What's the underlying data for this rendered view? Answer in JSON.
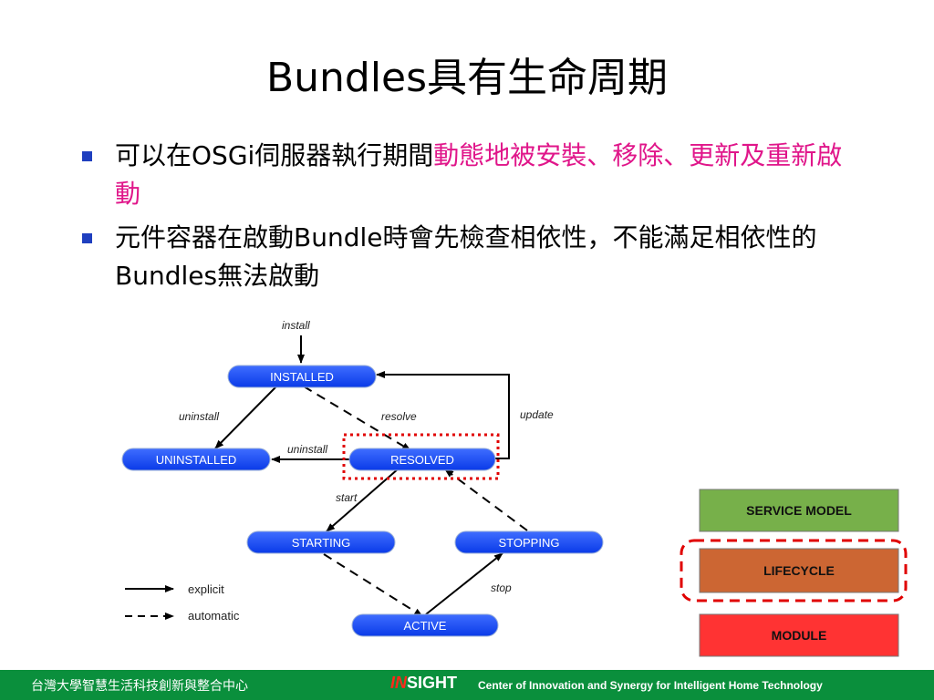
{
  "slide": {
    "title": "Bundles具有生命周期",
    "bullets": [
      {
        "pre": "可以在OSGi伺服器執行期間",
        "highlight": "動態地被安裝、移除、更新及重新啟動"
      },
      {
        "pre": "元件容器在啟動Bundle時會先檢查相依性，不能滿足相依性的Bundles無法啟動",
        "highlight": ""
      }
    ],
    "bullet_icon": "square-bullet-icon",
    "highlight_color": "#e0168a"
  },
  "diagram": {
    "states": {
      "installed": "INSTALLED",
      "uninstalled": "UNINSTALLED",
      "resolved": "RESOLVED",
      "starting": "STARTING",
      "stopping": "STOPPING",
      "active": "ACTIVE"
    },
    "edges": {
      "install": "install",
      "uninstall1": "uninstall",
      "resolve": "resolve",
      "update": "update",
      "uninstall2": "uninstall",
      "start": "start",
      "stop": "stop"
    },
    "legend": {
      "explicit": "explicit",
      "automatic": "automatic"
    },
    "state_color": "#1a4fff"
  },
  "layers": {
    "service_model": {
      "label": "SERVICE MODEL",
      "color": "#77b04a"
    },
    "lifecycle": {
      "label": "LIFECYCLE",
      "color": "#cc6633"
    },
    "module": {
      "label": "MODULE",
      "color": "#ff3333"
    }
  },
  "footer": {
    "left_text": "台灣大學智慧生活科技創新與整合中心",
    "logo_in": "IN",
    "logo_sight": "SIGHT",
    "right_text": "Center of Innovation and Synergy for Intelligent Home Technology",
    "color": "#0a8f3c"
  }
}
